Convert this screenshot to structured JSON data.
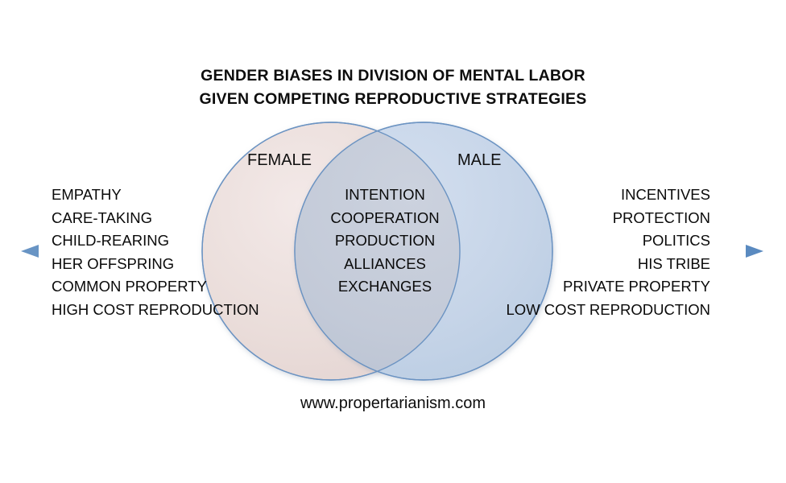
{
  "title": {
    "line1": "GENDER BIASES IN DIVISION OF MENTAL LABOR",
    "line2": "GIVEN COMPETING REPRODUCTIVE STRATEGIES"
  },
  "diagram": {
    "type": "venn",
    "left_label": "FEMALE",
    "right_label": "MALE",
    "left_only": [
      "EMPATHY",
      "CARE-TAKING",
      "CHILD-REARING",
      "HER OFFSPRING",
      "COMMON PROPERTY",
      "HIGH COST REPRODUCTION"
    ],
    "intersection": [
      "INTENTION",
      "COOPERATION",
      "PRODUCTION",
      "ALLIANCES",
      "EXCHANGES"
    ],
    "right_only": [
      "INCENTIVES",
      "PROTECTION",
      "POLITICS",
      "HIS TRIBE",
      "PRIVATE PROPERTY",
      "LOW COST REPRODUCTION"
    ],
    "colors": {
      "female_fill": "#ecdedd",
      "male_fill": "#c6d5e8",
      "overlap_fill": "#c4cbd9",
      "circle_stroke": "#5a87b8",
      "axis_line": "#4f81bd",
      "text": "#0a0a0a",
      "background": "#ffffff"
    }
  },
  "axis": {
    "name": "horizontal-spectrum-arrow",
    "left_arrow": "◄",
    "right_arrow": "►"
  },
  "footer": {
    "url": "www.propertarianism.com"
  }
}
